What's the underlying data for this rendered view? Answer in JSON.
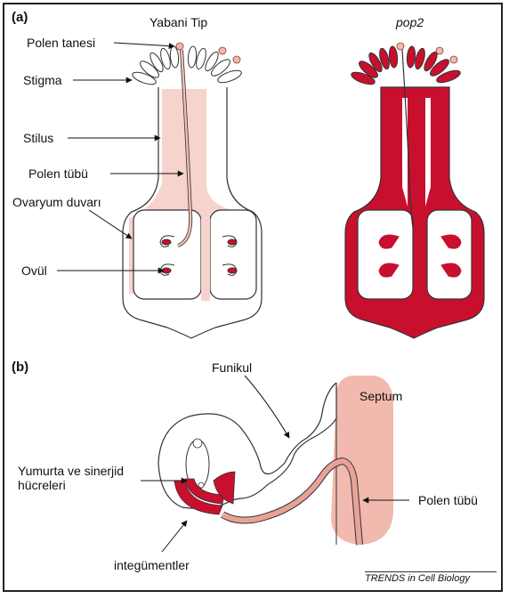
{
  "panel_a": {
    "label": "(a)",
    "title_wild": "Yabani Tip",
    "title_mutant": "pop2",
    "labels": {
      "pollen_grain": "Polen tanesi",
      "stigma": "Stigma",
      "style": "Stilus",
      "pollen_tube": "Polen tübü",
      "ovary_wall": "Ovaryum duvarı",
      "ovule": "Ovül"
    }
  },
  "panel_b": {
    "label": "(b)",
    "labels": {
      "funiculus": "Funikul",
      "septum": "Septum",
      "egg_synergid": "Yumurta ve sinerjid\nhücreleri",
      "pollen_tube": "Polen tübü",
      "integuments": "integümentler"
    }
  },
  "credit": "TRENDS in Cell Biology",
  "colors": {
    "mutant_red": "#c8102e",
    "light_pink": "#f6d3cc",
    "septum_pink": "#f2b9ae",
    "tube_pink": "#e8a395",
    "outline": "#333333"
  }
}
